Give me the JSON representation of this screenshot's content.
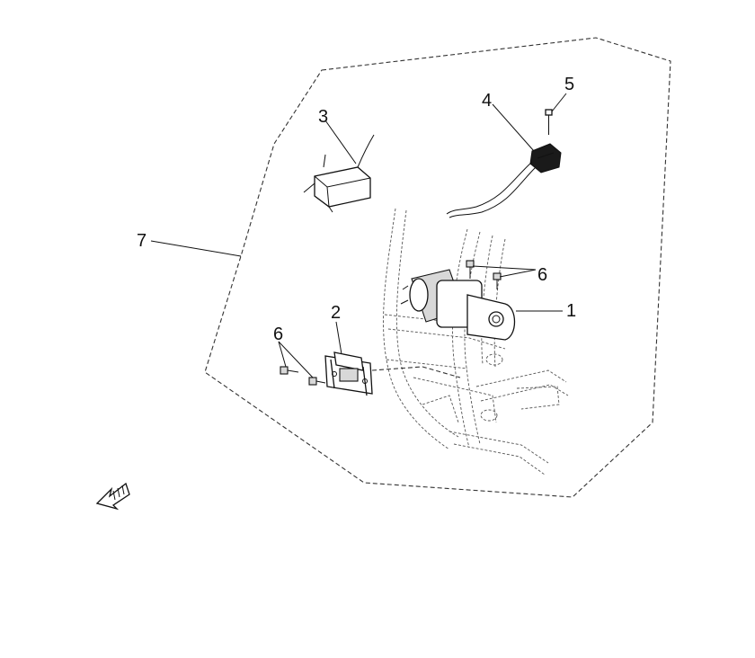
{
  "callouts": {
    "p1": "1",
    "p2": "2",
    "p3": "3",
    "p4": "4",
    "p5": "5",
    "p6a": "6",
    "p6b": "6",
    "p7": "7"
  },
  "icons": {
    "front_direction": "front-direction-arrow-icon"
  }
}
